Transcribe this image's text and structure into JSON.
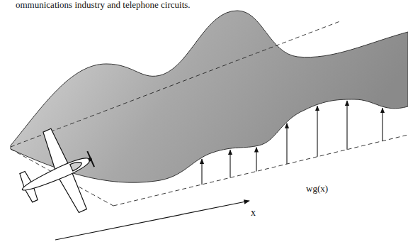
{
  "diagram": {
    "labels": [
      "ommunications industry and telephone circuits.",
      "wg(x)",
      "x"
    ]
  }
}
